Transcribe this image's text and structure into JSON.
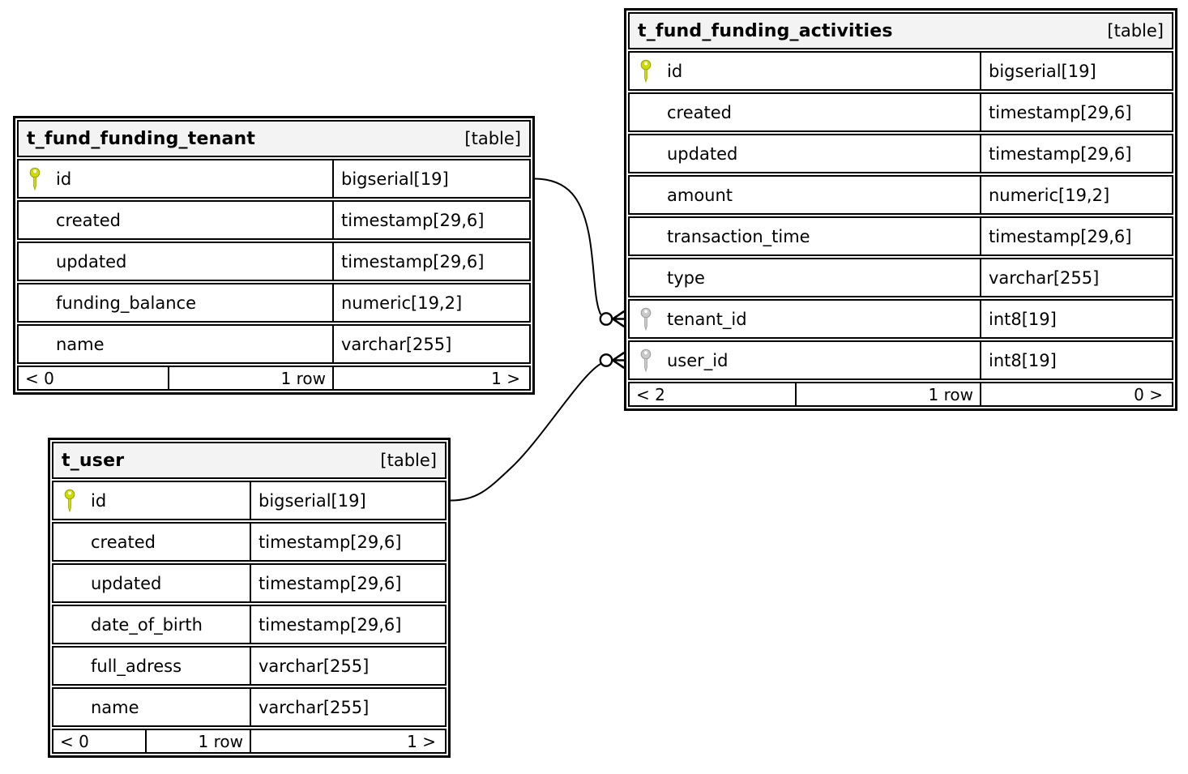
{
  "tables": [
    {
      "name": "t_fund_funding_tenant",
      "tag": "[table]",
      "columns": [
        {
          "name": "id",
          "type": "bigserial[19]",
          "key": "primary"
        },
        {
          "name": "created",
          "type": "timestamp[29,6]",
          "key": ""
        },
        {
          "name": "updated",
          "type": "timestamp[29,6]",
          "key": ""
        },
        {
          "name": "funding_balance",
          "type": "numeric[19,2]",
          "key": ""
        },
        {
          "name": "name",
          "type": "varchar[255]",
          "key": ""
        }
      ],
      "footer": {
        "parents": "< 0",
        "rows": "1 row",
        "children": "1 >"
      }
    },
    {
      "name": "t_fund_funding_activities",
      "tag": "[table]",
      "columns": [
        {
          "name": "id",
          "type": "bigserial[19]",
          "key": "primary"
        },
        {
          "name": "created",
          "type": "timestamp[29,6]",
          "key": ""
        },
        {
          "name": "updated",
          "type": "timestamp[29,6]",
          "key": ""
        },
        {
          "name": "amount",
          "type": "numeric[19,2]",
          "key": ""
        },
        {
          "name": "transaction_time",
          "type": "timestamp[29,6]",
          "key": ""
        },
        {
          "name": "type",
          "type": "varchar[255]",
          "key": ""
        },
        {
          "name": "tenant_id",
          "type": "int8[19]",
          "key": "foreign"
        },
        {
          "name": "user_id",
          "type": "int8[19]",
          "key": "foreign"
        }
      ],
      "footer": {
        "parents": "< 2",
        "rows": "1 row",
        "children": "0 >"
      }
    },
    {
      "name": "t_user",
      "tag": "[table]",
      "columns": [
        {
          "name": "id",
          "type": "bigserial[19]",
          "key": "primary"
        },
        {
          "name": "created",
          "type": "timestamp[29,6]",
          "key": ""
        },
        {
          "name": "updated",
          "type": "timestamp[29,6]",
          "key": ""
        },
        {
          "name": "date_of_birth",
          "type": "timestamp[29,6]",
          "key": ""
        },
        {
          "name": "full_adress",
          "type": "varchar[255]",
          "key": ""
        },
        {
          "name": "name",
          "type": "varchar[255]",
          "key": ""
        }
      ],
      "footer": {
        "parents": "< 0",
        "rows": "1 row",
        "children": "1 >"
      }
    }
  ],
  "relationships": [
    {
      "from_table": "t_fund_funding_tenant",
      "from_column": "id",
      "to_table": "t_fund_funding_activities",
      "to_column": "tenant_id"
    },
    {
      "from_table": "t_user",
      "from_column": "id",
      "to_table": "t_fund_funding_activities",
      "to_column": "user_id"
    }
  ],
  "colors": {
    "primary_key_icon": "#ced908",
    "foreign_key_icon": "#c9c9c9",
    "header_bg": "#f3f3f3",
    "border": "#000000"
  }
}
